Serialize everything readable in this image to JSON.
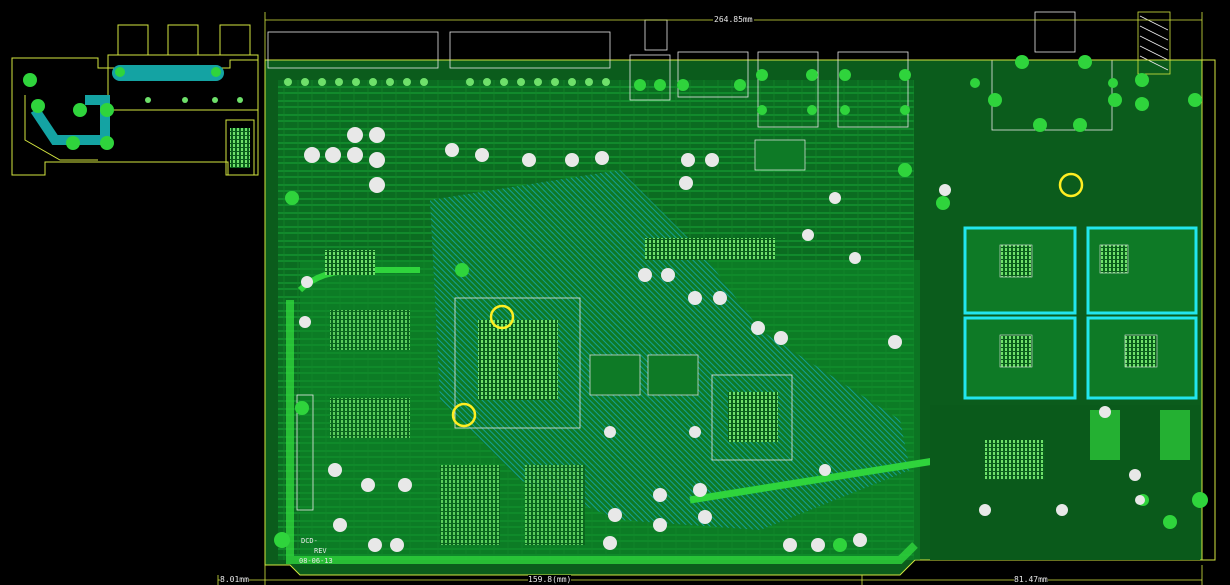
{
  "dimensions": {
    "top_width": "264.85mm",
    "bottom_left": "8.01mm",
    "bottom_mid": "159.8(mm)",
    "bottom_right": "81.47mm"
  },
  "board": {
    "label_line1": "DCD-",
    "label_line2": "REV",
    "label_line3": "08-06-13"
  },
  "colors": {
    "background": "#000000",
    "outline": "#d4e640",
    "trace_green": "#11a334",
    "copper_light": "#2fd43c",
    "trace_cyan": "#14a3a3",
    "silkscreen": "#e8e8e8",
    "highlight_circle": "#ffee22",
    "keepout_cyan": "#22e6ee"
  },
  "highlights": [
    {
      "name": "marker-upper-cpu"
    },
    {
      "name": "marker-lower-cpu"
    },
    {
      "name": "marker-right-module"
    }
  ]
}
